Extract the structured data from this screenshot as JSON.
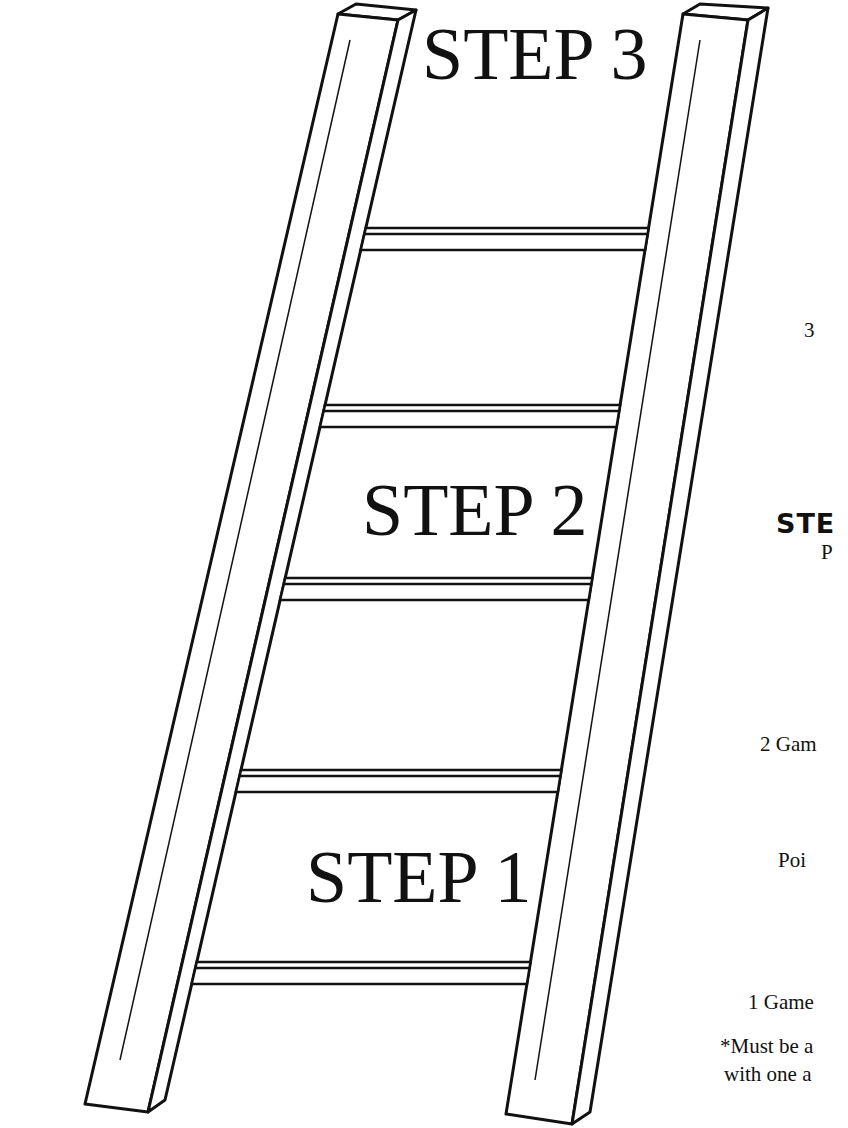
{
  "diagram": {
    "labels": [
      "STEP 3",
      "STEP 2",
      "STEP 1",
      "3",
      "STE",
      "P",
      "2 Gam",
      "Poi",
      "1 Game",
      "*Must be a",
      "with one a"
    ]
  }
}
